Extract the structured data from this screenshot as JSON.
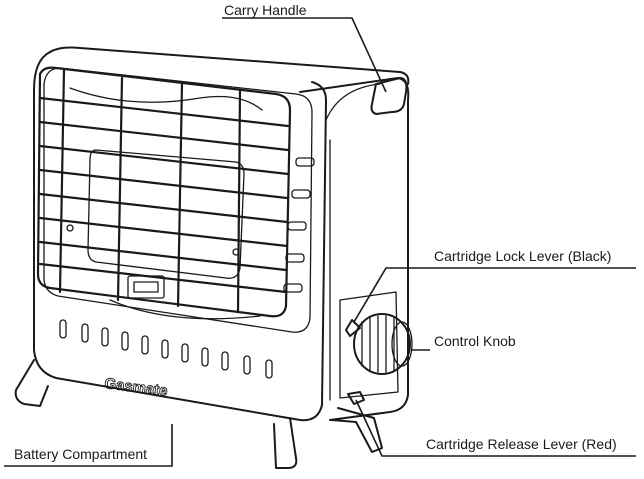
{
  "labels": {
    "carry_handle": "Carry Handle",
    "cartridge_lock_lever": "Cartridge Lock Lever (Black)",
    "control_knob": "Control Knob",
    "cartridge_release_lever": "Cartridge Release Lever (Red)",
    "battery_compartment": "Battery Compartment"
  },
  "brand": "Gasmate",
  "colors": {
    "line": "#1a1a1a",
    "background": "#ffffff"
  }
}
